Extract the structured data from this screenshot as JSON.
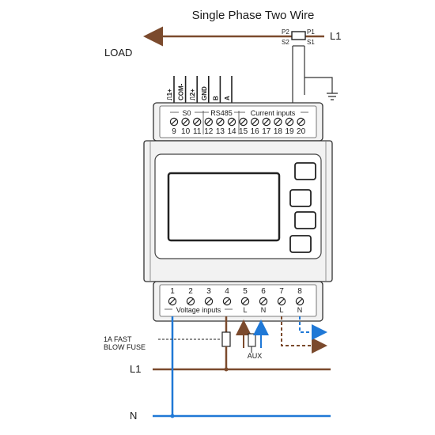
{
  "title": "Single Phase Two Wire",
  "load_label": "LOAD",
  "line_label_top": "L1",
  "ct": {
    "p2": "P2",
    "p1": "P1",
    "s2": "S2",
    "s1": "S1"
  },
  "top_terminals": {
    "vertical_labels": [
      "⎍1+",
      "COM-",
      "⎍2+",
      "GND",
      "B",
      "A"
    ],
    "group_s0": "S0",
    "group_rs485": "RS485",
    "group_current": "Current inputs",
    "numbers": [
      "9",
      "10",
      "11",
      "12",
      "13",
      "14",
      "15",
      "16",
      "17",
      "18",
      "19",
      "20"
    ]
  },
  "bottom_terminals": {
    "numbers": [
      "1",
      "2",
      "3",
      "4",
      "5",
      "6",
      "7",
      "8"
    ],
    "group_voltage": "Voltage inputs",
    "sub_labels": [
      "L",
      "N",
      "L",
      "N"
    ]
  },
  "fuse_label_1": "1A FAST",
  "fuse_label_2": "BLOW FUSE",
  "aux_label": "AUX",
  "line_l1": "L1",
  "line_n": "N",
  "colors": {
    "brown": "#7b4a2d",
    "blue": "#1f78d6",
    "device_outline": "#333333",
    "device_fill": "#f2f2f2"
  }
}
